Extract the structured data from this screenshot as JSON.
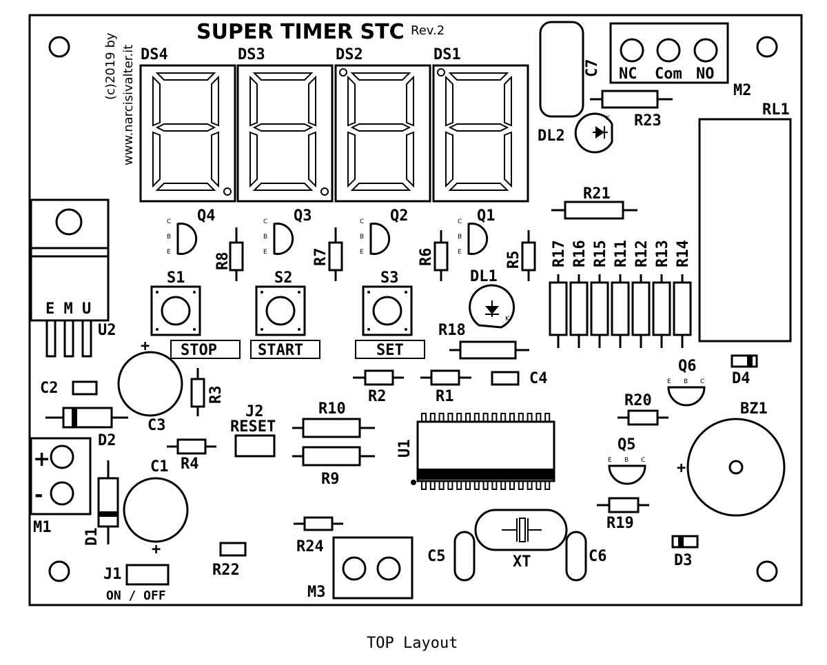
{
  "board": {
    "title": "SUPER TIMER STC",
    "revision": "Rev.2",
    "copyright": "(c)2019 by",
    "website": "www.narcisivalter.it",
    "caption": "TOP Layout"
  },
  "displays": [
    "DS4",
    "DS3",
    "DS2",
    "DS1"
  ],
  "transistors": {
    "q4": "Q4",
    "q3": "Q3",
    "q2": "Q2",
    "q1": "Q1",
    "q5": "Q5",
    "q6": "Q6",
    "pin_c": "C",
    "pin_b": "B",
    "pin_e": "E"
  },
  "switches": {
    "s1": "S1",
    "s2": "S2",
    "s3": "S3",
    "stop": "STOP",
    "start": "START",
    "set": "SET"
  },
  "resistors": {
    "r1": "R1",
    "r2": "R2",
    "r3": "R3",
    "r4": "R4",
    "r5": "R5",
    "r6": "R6",
    "r7": "R7",
    "r8": "R8",
    "r9": "R9",
    "r10": "R10",
    "r11": "R11",
    "r12": "R12",
    "r13": "R13",
    "r14": "R14",
    "r15": "R15",
    "r16": "R16",
    "r17": "R17",
    "r18": "R18",
    "r19": "R19",
    "r20": "R20",
    "r21": "R21",
    "r22": "R22",
    "r23": "R23",
    "r24": "R24"
  },
  "capacitors": {
    "c1": "C1",
    "c2": "C2",
    "c3": "C3",
    "c4": "C4",
    "c5": "C5",
    "c6": "C6",
    "c7": "C7",
    "plus": "+"
  },
  "diodes": {
    "d1": "D1",
    "d2": "D2",
    "d3": "D3",
    "d4": "D4",
    "dl1": "DL1",
    "dl2": "DL2",
    "k": "K"
  },
  "connectors": {
    "m1": "M1",
    "m2": "M2",
    "m3": "M3",
    "m1_plus": "+",
    "m1_minus": "-",
    "nc": "NC",
    "com": "Com",
    "no": "NO"
  },
  "jumpers": {
    "j1": "J1",
    "j1_label": "ON / OFF",
    "j2": "J2",
    "j2_label": "RESET"
  },
  "misc": {
    "u1": "U1",
    "u2": "U2",
    "u2_pins": "E M U",
    "rl1": "RL1",
    "bz1": "BZ1",
    "bz_plus": "+",
    "xt": "XT"
  }
}
